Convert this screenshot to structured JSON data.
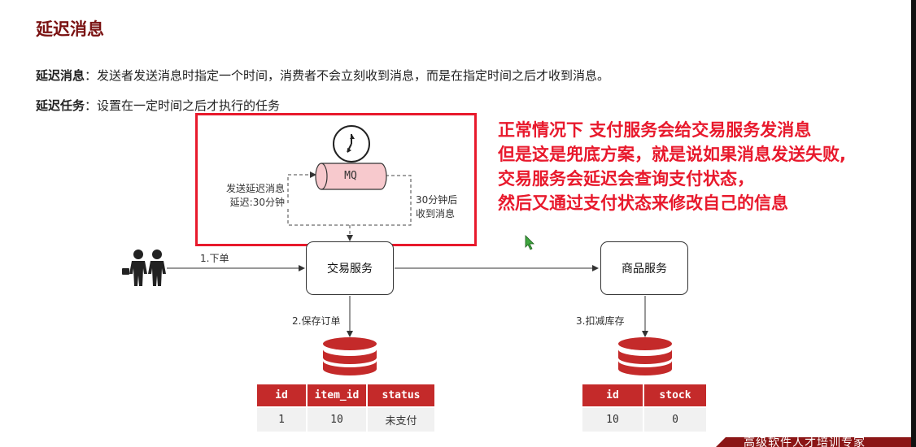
{
  "page": {
    "title": "延迟消息",
    "def1_term": "延迟消息",
    "def1_text": "：发送者发送消息时指定一个时间，消费者不会立刻收到消息，而是在指定时间之后才收到消息。",
    "def2_term": "延迟任务",
    "def2_text": "：设置在一定时间之后才执行的任务"
  },
  "annotation": {
    "lines": [
      "正常情况下 支付服务会给交易服务发消息",
      "但是这是兜底方案，就是说如果消息发送失败,",
      "交易服务会延迟会查询支付状态，",
      "然后又通过支付状态来修改自己的信息"
    ],
    "color": "#e8192c"
  },
  "diagram": {
    "mq_label": "MQ",
    "send_label_1": "发送延迟消息",
    "send_label_2": "延迟:30分钟",
    "recv_label_1": "30分钟后",
    "recv_label_2": "收到消息",
    "step1": "1.下单",
    "step2": "2.保存订单",
    "step3": "3.扣减库存",
    "trade_service": "交易服务",
    "product_service": "商品服务",
    "icons": [
      "clock-icon",
      "users-icon",
      "database-icon",
      "cursor-icon"
    ]
  },
  "order_table": {
    "headers": [
      "id",
      "item_id",
      "status"
    ],
    "rows": [
      [
        "1",
        "10",
        "未支付"
      ]
    ]
  },
  "stock_table": {
    "headers": [
      "id",
      "stock"
    ],
    "rows": [
      [
        "10",
        "0"
      ]
    ]
  },
  "footer": {
    "text": "高级软件人才培训专家"
  },
  "colors": {
    "accent_red": "#e8192c",
    "title_dark_red": "#7a1212",
    "table_header": "#c42a2a",
    "db_red": "#c42a2a",
    "mq_pink": "#f7c9cd"
  }
}
